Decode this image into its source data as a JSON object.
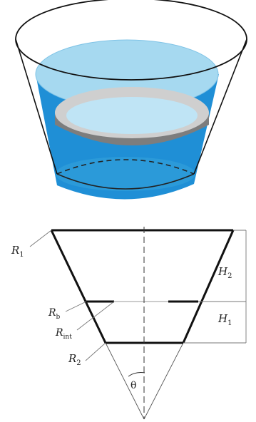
{
  "diagram": {
    "labels": {
      "r1": {
        "main": "R",
        "sub": "1"
      },
      "h2": {
        "main": "H",
        "sub": "2"
      },
      "h1": {
        "main": "H",
        "sub": "1"
      },
      "rb": {
        "main": "R",
        "sub": "b"
      },
      "rint": {
        "main": "R",
        "sub": "int"
      },
      "r2": {
        "main": "R",
        "sub": "2"
      },
      "theta": "θ"
    },
    "colors": {
      "water_dark": "#1f8fd6",
      "water_light": "#a6d9f0",
      "band_gray": "#7d7d7d",
      "band_light": "#cfcfcf",
      "outline": "#111111"
    }
  }
}
